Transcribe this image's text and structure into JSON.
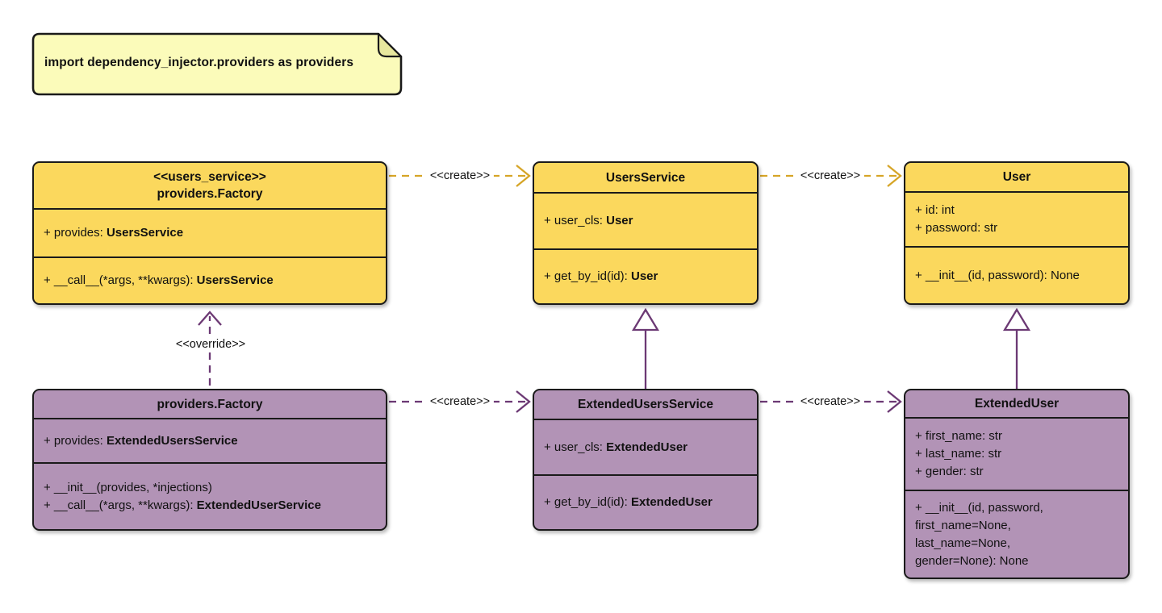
{
  "diagram_type": "uml-class-diagram",
  "note": {
    "text": "import dependency_injector.providers as providers"
  },
  "colors": {
    "gold_fill": "#FBD85D",
    "purple_fill": "#B293B6",
    "note_fill": "#FBFBBA",
    "note_fold_fill": "#E8E89E",
    "border": "#1a1a1a",
    "gold_line": "#D6A527",
    "purple_line": "#6C3974",
    "background": "#ffffff"
  },
  "classes": [
    {
      "id": "users-service-factory",
      "color": "gold",
      "title_lines": [
        "<<users_service>>",
        "providers.Factory"
      ],
      "attributes": [
        {
          "text": "+ provides: ",
          "type": "UsersService"
        }
      ],
      "methods": [
        {
          "text": "+ __call__(*args, **kwargs): ",
          "type": "UsersService"
        }
      ]
    },
    {
      "id": "users-service",
      "color": "gold",
      "title_lines": [
        "UsersService"
      ],
      "attributes": [
        {
          "text": "+ user_cls: ",
          "type": "User"
        }
      ],
      "methods": [
        {
          "text": "+ get_by_id(id): ",
          "type": "User"
        }
      ]
    },
    {
      "id": "user",
      "color": "gold",
      "title_lines": [
        "User"
      ],
      "attributes": [
        {
          "text": "+ id: int"
        },
        {
          "text": "+ password: str"
        }
      ],
      "methods": [
        {
          "text": "+ __init__(id, password): None"
        }
      ]
    },
    {
      "id": "extended-factory",
      "color": "purple",
      "title_lines": [
        "providers.Factory"
      ],
      "attributes": [
        {
          "text": "+ provides: ",
          "type": "ExtendedUsersService"
        }
      ],
      "methods": [
        {
          "text": "+ __init__(provides, *injections)"
        },
        {
          "text": "+ __call__(*args, **kwargs): ",
          "type": "ExtendedUserService"
        }
      ]
    },
    {
      "id": "extended-users-service",
      "color": "purple",
      "title_lines": [
        "ExtendedUsersService"
      ],
      "attributes": [
        {
          "text": "+ user_cls: ",
          "type": "ExtendedUser"
        }
      ],
      "methods": [
        {
          "text": "+ get_by_id(id): ",
          "type": "ExtendedUser"
        }
      ]
    },
    {
      "id": "extended-user",
      "color": "purple",
      "title_lines": [
        "ExtendedUser"
      ],
      "attributes": [
        {
          "text": "+ first_name: str"
        },
        {
          "text": "+ last_name: str"
        },
        {
          "text": "+ gender: str"
        }
      ],
      "methods": [
        {
          "text": "+ __init__(id, password,"
        },
        {
          "text": "first_name=None,"
        },
        {
          "text": "last_name=None,"
        },
        {
          "text": "gender=None): None"
        }
      ]
    }
  ],
  "edges": {
    "create_label": "<<create>>",
    "override_label": "<<override>>",
    "relations": [
      {
        "from": "users-service-factory",
        "to": "users-service",
        "label": "<<create>>",
        "style": "dashed-gold"
      },
      {
        "from": "users-service",
        "to": "user",
        "label": "<<create>>",
        "style": "dashed-gold"
      },
      {
        "from": "extended-factory",
        "to": "extended-users-service",
        "label": "<<create>>",
        "style": "dashed-purple"
      },
      {
        "from": "extended-users-service",
        "to": "extended-user",
        "label": "<<create>>",
        "style": "dashed-purple"
      },
      {
        "from": "extended-factory",
        "to": "users-service-factory",
        "label": "<<override>>",
        "style": "dashed-purple"
      },
      {
        "from": "extended-users-service",
        "to": "users-service",
        "label": "",
        "style": "inheritance"
      },
      {
        "from": "extended-user",
        "to": "user",
        "label": "",
        "style": "inheritance"
      }
    ]
  }
}
